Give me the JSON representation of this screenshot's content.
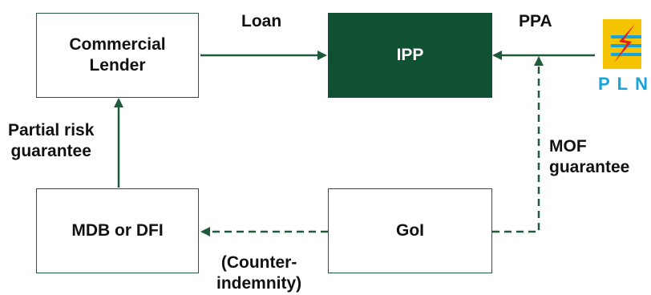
{
  "colors": {
    "edge": "#1f5a3a",
    "ipp_fill": "#0f5132",
    "pln_blue": "#1aa3d9",
    "pln_yellow": "#f5c400",
    "pln_red": "#e02020"
  },
  "nodes": {
    "commercial_lender": {
      "line1": "Commercial",
      "line2": "Lender"
    },
    "ipp": {
      "label": "IPP"
    },
    "mdb_dfi": {
      "label": "MDB or DFI"
    },
    "goi": {
      "label": "GoI"
    },
    "pln_logo": {
      "text": "PLN",
      "icon": "pln-logo-icon"
    }
  },
  "edges": {
    "loan": {
      "label": "Loan"
    },
    "ppa": {
      "label": "PPA"
    },
    "partial_risk": {
      "line1": "Partial risk",
      "line2": "guarantee"
    },
    "mof": {
      "line1": "MOF",
      "line2": "guarantee"
    },
    "counter_indemnity": {
      "line1": "(Counter-",
      "line2": "indemnity)"
    }
  }
}
